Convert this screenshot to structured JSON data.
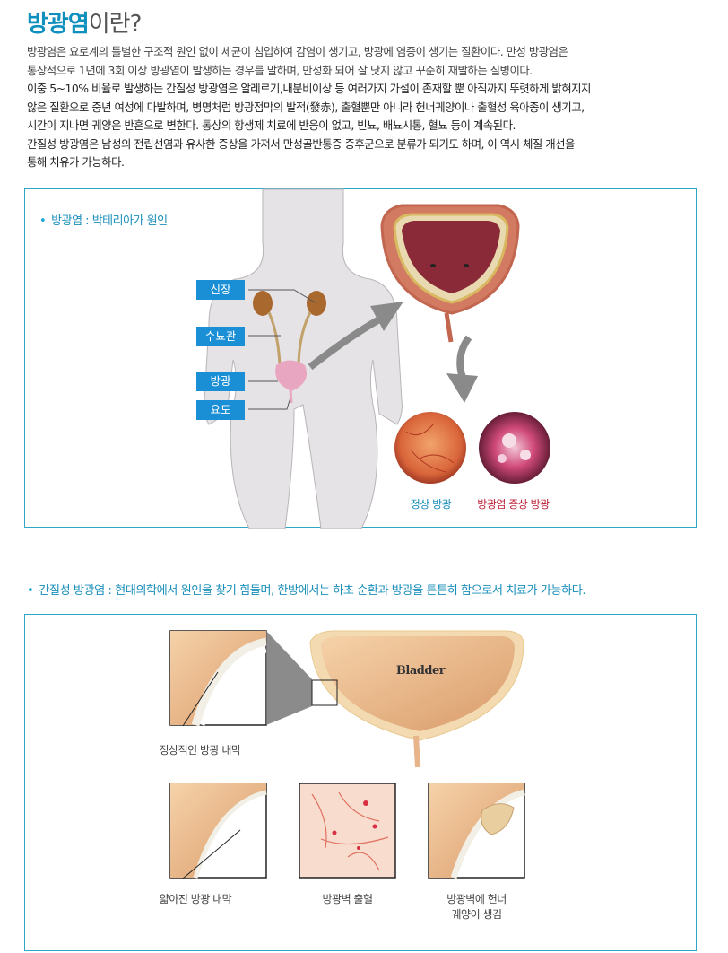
{
  "heading": {
    "highlight": "방광염",
    "rest": "이란?"
  },
  "description": [
    "방광염은 요로계의 틀별한 구조적 원인 없이 세균이 침입하여 감염이 생기고, 방광에 염증이 생기는 질환이다. 만성 방광염은",
    "통상적으로 1년에 3회 이상 방광염이 발생하는 경우를 말하며, 만성화 되어 잘 낫지 않고 꾸준히 재발하는 질병이다.",
    "이중 5~10% 비율로 발생하는 간질성 방광염은 알레르기,내분비이상 등 여러가지 가설이 존재할 뿐 아직까지 뚜렷하게 밝혀지지",
    "않은 질환으로 중년 여성에 다발하며, 병명처럼 방광점막의 발적(發赤), 출혈뿐만 아니라 헌너궤양이나 출혈성 육아종이 생기고,",
    "시간이 지나면 궤양은 반흔으로 변한다. 통상의 항생제 치료에 반응이 없고, 빈뇨, 배뇨시통, 혈뇨 등이 계속된다.",
    "간질성 방광염은 남성의 전립선염과 유사한 증상을 가져서 만성골반통증 증후군으로 분류가 되기도 하며, 이 역시 체질 개선을",
    "통해 치유가 가능하다."
  ],
  "section1": {
    "title": "방광염 : 박테리아가 원인",
    "labels": [
      "신장",
      "수뇨관",
      "방광",
      "요도"
    ],
    "normal_caption": "정상 방광",
    "inflamed_caption": "방광염 증상 방광"
  },
  "section2": {
    "title": "간질성 방광염 : 현대의학에서 원인을 찾기 힘들며, 한방에서는 하초 순환과 방광을 튼튼히 함으로서 치료가 가능하다.",
    "bladder_label": "Bladder",
    "normal_caption": "정상적인 방광 내막",
    "thin_caption": "얇아진 방광 내막",
    "bleeding_caption": "방광벽 출혈",
    "ulcer_caption_line1": "방광벽에 헌너",
    "ulcer_caption_line2": "궤양이 생김"
  },
  "colors": {
    "accent": "#1a8fba",
    "tag": "#1a8fd6",
    "border": "#2fa7c4",
    "red": "#c0243c"
  }
}
